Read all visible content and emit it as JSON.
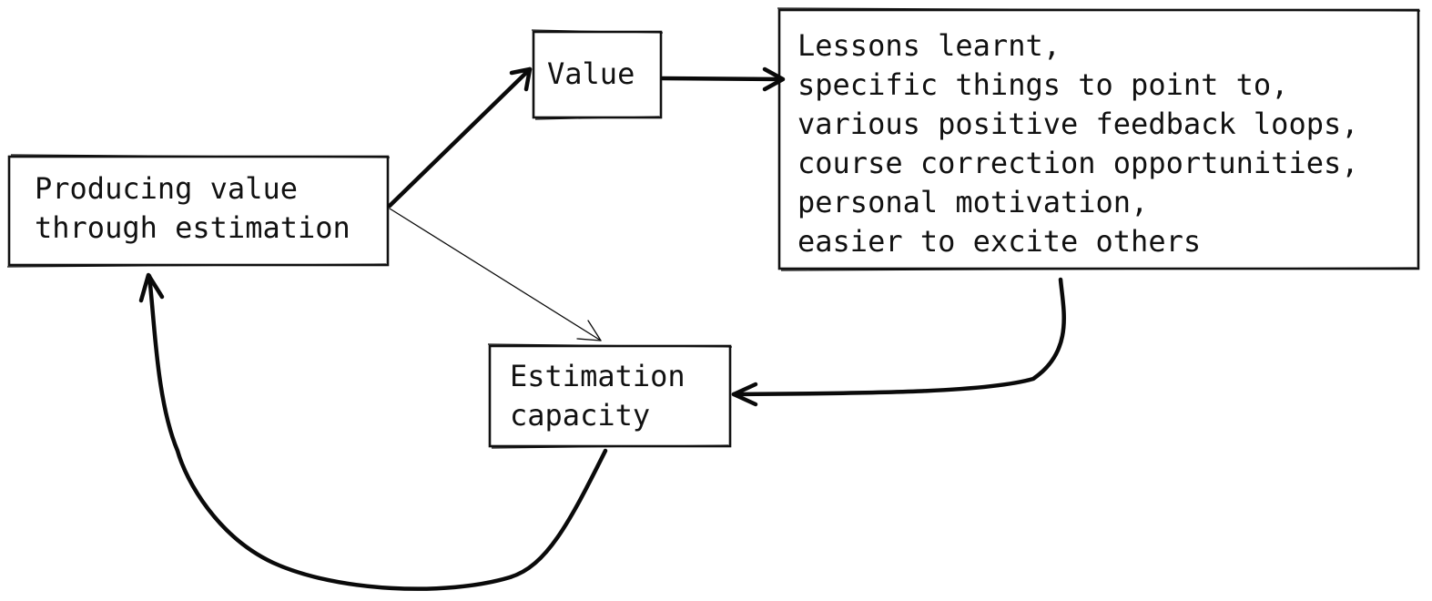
{
  "nodes": {
    "producing": {
      "lines": [
        "Producing value",
        "through estimation"
      ]
    },
    "value": {
      "lines": [
        "Value"
      ]
    },
    "lessons": {
      "lines": [
        "Lessons learnt,",
        "specific things to point to,",
        "various positive feedback loops,",
        "course correction opportunities,",
        "personal motivation,",
        "easier to excite others"
      ]
    },
    "estimation": {
      "lines": [
        "Estimation",
        "capacity"
      ]
    }
  },
  "colors": {
    "ink": "#111111",
    "background": "#ffffff"
  }
}
